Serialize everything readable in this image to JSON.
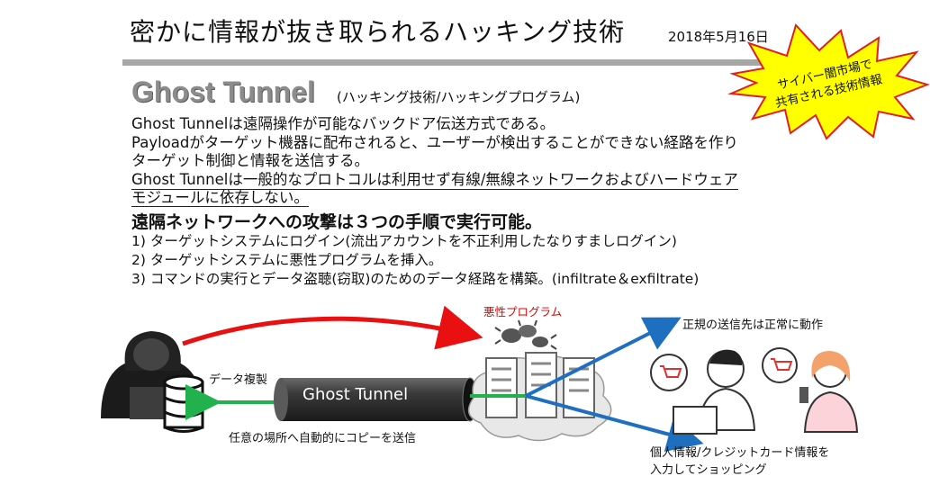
{
  "header": {
    "title": "密かに情報が抜き取られるハッキング技術",
    "date": "2018年5月16日"
  },
  "burst": {
    "line1": "サイバー闇市場で",
    "line2": "共有される技術情報"
  },
  "headline": {
    "title": "Ghost Tunnel",
    "subtitle": "(ハッキング技術/ハッキングプログラム)"
  },
  "body": {
    "line1": "Ghost Tunnelは遠隔操作が可能なバックドア伝送方式である。",
    "line2": "Payloadがターゲット機器に配布されると、ユーザーが検出することができない経路を作り",
    "line3": "ターゲット制御と情報を送信する。",
    "line4": "Ghost Tunnelは一般的なプロトコルは利用せず有線/無線ネットワークおよびハードウェア",
    "line5": "モジュールに依存しない。"
  },
  "steps": {
    "heading": "遠隔ネットワークへの攻撃は３つの手順で実行可能。",
    "items": [
      "1) ターゲットシステムにログイン(流出アカウントを不正利用したなりすましログイン)",
      "2) ターゲットシステムに悪性プログラムを挿入。",
      "3) コマンドの実行とデータ盗聴(窃取)のためのデータ経路を構築。(infiltrate＆exfiltrate)"
    ]
  },
  "diagram": {
    "malware_label": "悪性プログラム",
    "legit_label": "正規の送信先は正常に動作",
    "copy_label": "データ複製",
    "send_label": "任意の場所へ自動的にコピーを送信",
    "tunnel_label": "Ghost Tunnel",
    "personal_line1": "個人情報/クレジットカード情報を",
    "personal_line2": "入力してショッピング"
  },
  "colors": {
    "red_arrow": "#e81010",
    "green_line": "#22b14c",
    "blue_arrow": "#1f6fc0",
    "malware_text": "#e00000"
  }
}
